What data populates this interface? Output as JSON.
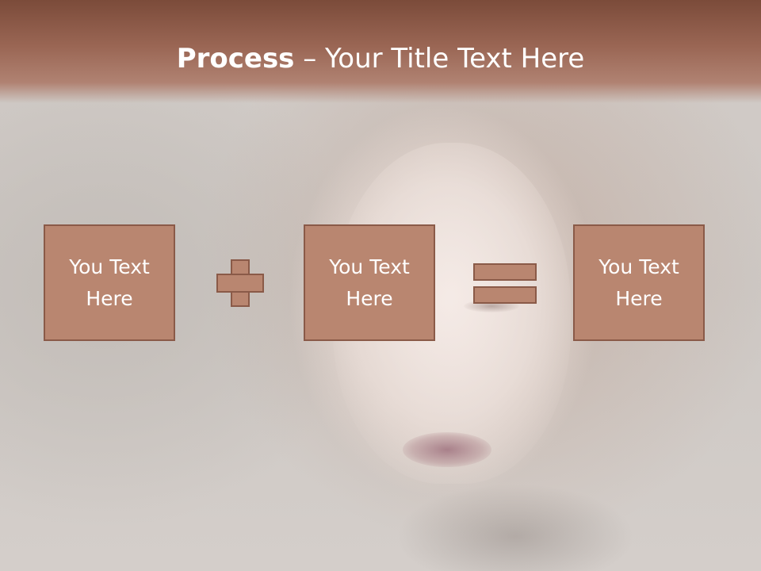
{
  "slide": {
    "title_bold": "Process",
    "title_rest": " – Your Title Text Here"
  },
  "boxes": [
    {
      "text": "You Text\nHere"
    },
    {
      "text": "You Text\nHere"
    },
    {
      "text": "You Text\nHere"
    }
  ],
  "operators": [
    "plus-icon",
    "equals-icon"
  ],
  "colors": {
    "header": "#9a6654",
    "box_fill": "#b98670",
    "box_border": "#8a5a48",
    "text": "#ffffff"
  }
}
